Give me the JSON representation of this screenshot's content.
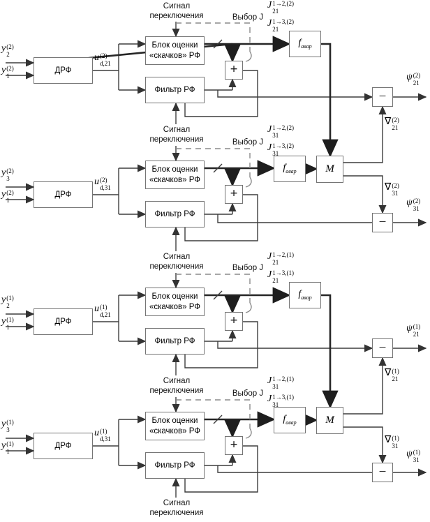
{
  "diagram": {
    "signal_label": {
      "line1": "Сигнал",
      "line2": "переключения"
    },
    "select_j_label": "Выбор J",
    "block_labels": {
      "drf": "ДРФ",
      "estimator_line1": "Блок оценки",
      "estimator_line2": "«скачков» РФ",
      "filter": "Фильтр РФ",
      "sum": "+",
      "diff": "−",
      "f_base": "f",
      "f_sub": "авар",
      "mixer": "M"
    },
    "groups": [
      {
        "input_top": {
          "base": "y",
          "sub": "2",
          "sup": "(2)"
        },
        "input_bottom": {
          "base": "y",
          "sub": "1",
          "sup": "(2)"
        },
        "u": {
          "base": "u",
          "sub": "d,21",
          "sup": "(2)"
        },
        "j1": {
          "base": "J",
          "sub": "21",
          "sup": "1→2,(2)"
        },
        "j2": {
          "base": "J",
          "sub": "21",
          "sup": "1→3,(2)"
        },
        "psi": {
          "base": "ψ",
          "sub": "21",
          "sup": "(2)"
        },
        "nabla": {
          "base": "∇",
          "sub": "21",
          "sup": "(2)"
        }
      },
      {
        "input_top": {
          "base": "y",
          "sub": "3",
          "sup": "(2)"
        },
        "input_bottom": {
          "base": "y",
          "sub": "1",
          "sup": "(2)"
        },
        "u": {
          "base": "u",
          "sub": "d,31",
          "sup": "(2)"
        },
        "j1": {
          "base": "J",
          "sub": "31",
          "sup": "1→2,(2)"
        },
        "j2": {
          "base": "J",
          "sub": "31",
          "sup": "1→3,(2)"
        },
        "psi": {
          "base": "ψ",
          "sub": "31",
          "sup": "(2)"
        },
        "nabla": {
          "base": "∇",
          "sub": "31",
          "sup": "(2)"
        }
      },
      {
        "input_top": {
          "base": "y",
          "sub": "2",
          "sup": "(1)"
        },
        "input_bottom": {
          "base": "y",
          "sub": "1",
          "sup": "(1)"
        },
        "u": {
          "base": "u",
          "sub": "d,21",
          "sup": "(1)"
        },
        "j1": {
          "base": "J",
          "sub": "21",
          "sup": "1→2,(1)"
        },
        "j2": {
          "base": "J",
          "sub": "21",
          "sup": "1→3,(1)"
        },
        "psi": {
          "base": "ψ",
          "sub": "21",
          "sup": "(1)"
        },
        "nabla": {
          "base": "∇",
          "sub": "21",
          "sup": "(1)"
        }
      },
      {
        "input_top": {
          "base": "y",
          "sub": "3",
          "sup": "(1)"
        },
        "input_bottom": {
          "base": "y",
          "sub": "1",
          "sup": "(1)"
        },
        "u": {
          "base": "u",
          "sub": "d,31",
          "sup": "(1)"
        },
        "j1": {
          "base": "J",
          "sub": "31",
          "sup": "1→2,(1)"
        },
        "j2": {
          "base": "J",
          "sub": "31",
          "sup": "1→3,(1)"
        },
        "psi": {
          "base": "ψ",
          "sub": "31",
          "sup": "(1)"
        },
        "nabla": {
          "base": "∇",
          "sub": "31",
          "sup": "(1)"
        }
      }
    ]
  }
}
